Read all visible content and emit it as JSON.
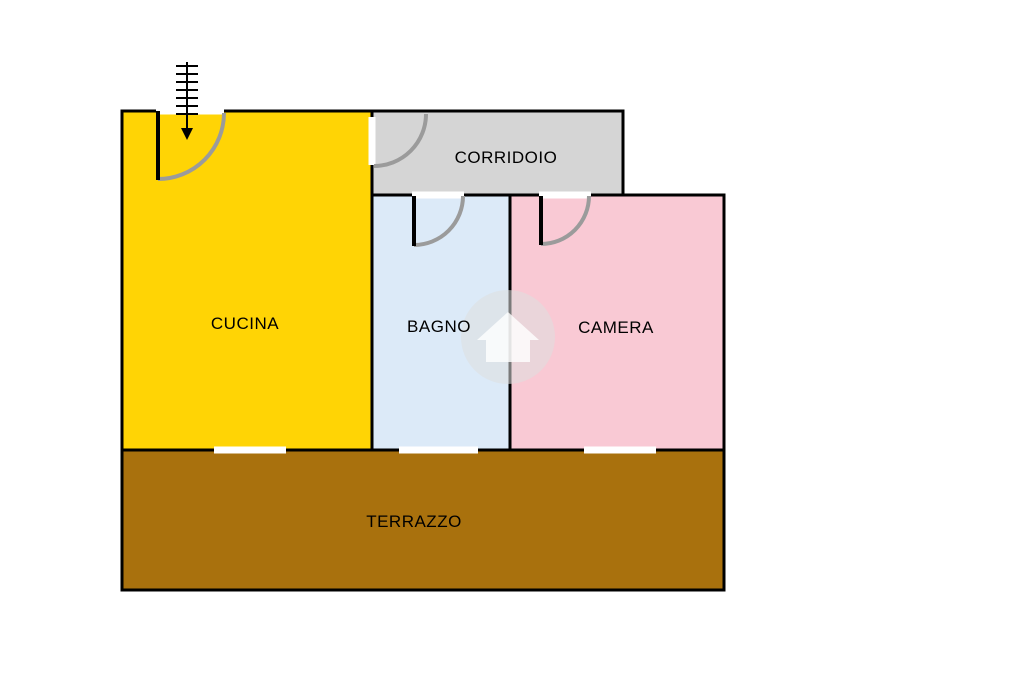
{
  "rooms": [
    {
      "id": "cucina",
      "label": "CUCINA",
      "color": "#FFD405"
    },
    {
      "id": "corridoio",
      "label": "CORRIDOIO",
      "color": "#D5D5D5"
    },
    {
      "id": "bagno",
      "label": "BAGNO",
      "color": "#DCEAF8"
    },
    {
      "id": "camera",
      "label": "CAMERA",
      "color": "#F9C9D4"
    },
    {
      "id": "terrazzo",
      "label": "TERRAZZO",
      "color": "#A9710D"
    }
  ],
  "colors": {
    "wall": "#000000",
    "door_arc": "#9B9B9B",
    "background": "#FFFFFF",
    "watermark_circle": "#DEDEDE",
    "watermark_house": "#FFFFFF"
  },
  "icons": {
    "stairs": "staircase-with-down-arrow",
    "watermark": "house-watermark"
  }
}
